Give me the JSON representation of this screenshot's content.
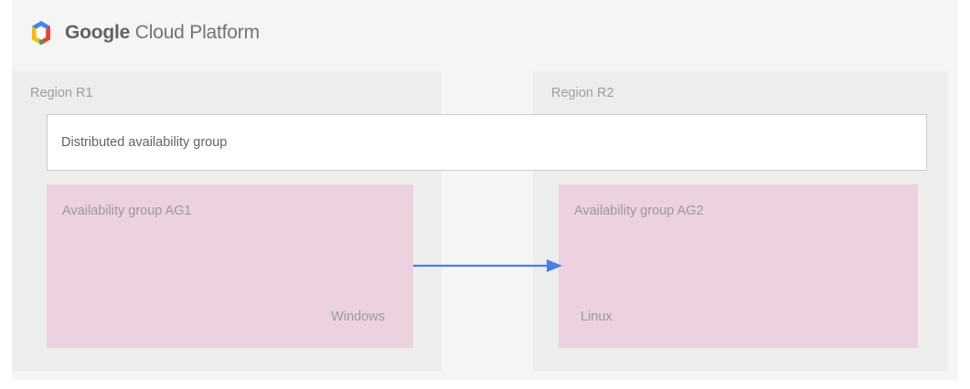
{
  "header": {
    "logo_icon": "google-cloud-platform-hexagon-logo",
    "brand_bold": "Google",
    "brand_light": "Cloud Platform"
  },
  "diagram": {
    "regions": [
      {
        "id": "r1",
        "label": "Region R1",
        "availability_group": {
          "title": "Availability group AG1",
          "os": "Windows"
        }
      },
      {
        "id": "r2",
        "label": "Region R2",
        "availability_group": {
          "title": "Availability group AG2",
          "os": "Linux"
        }
      }
    ],
    "distributed_group": {
      "label": "Distributed availability group"
    },
    "connector": {
      "name": "replication-arrow",
      "direction": "left-to-right",
      "from": "Availability group AG1",
      "to": "Availability group AG2"
    }
  },
  "colors": {
    "page_background": "#f5f5f5",
    "region_background": "#ededed",
    "availability_group_background": "#ecd1de",
    "distributed_group_background": "#ffffff",
    "distributed_group_border": "#cccccc",
    "arrow": "#4a7fe0",
    "label_text": "#9e9e9e",
    "body_text": "#5f6368",
    "logo_blue": "#4285f4",
    "logo_red": "#ea4335",
    "logo_yellow": "#fbbc05",
    "logo_green": "#34a853"
  }
}
